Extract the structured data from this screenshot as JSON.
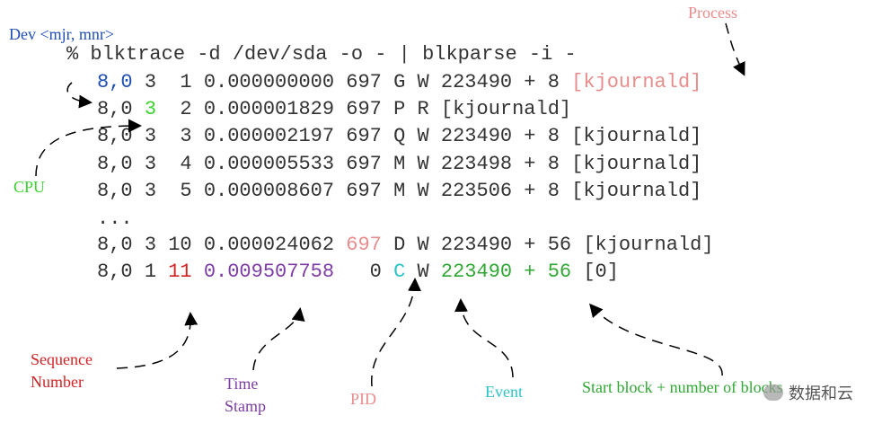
{
  "command": "% blktrace -d /dev/sda -o - | blkparse -i -",
  "rows": [
    {
      "dev": "8,0",
      "cpu": "3",
      "seq": "1",
      "time": "0.000000000",
      "pid": "697",
      "event": "G",
      "rwbs": "W",
      "block": "223490 + 8",
      "proc": "[kjournald]"
    },
    {
      "dev": "8,0",
      "cpu": "3",
      "seq": "2",
      "time": "0.000001829",
      "pid": "697",
      "event": "P",
      "rwbs": "R",
      "block": "",
      "proc": "[kjournald]"
    },
    {
      "dev": "8,0",
      "cpu": "3",
      "seq": "3",
      "time": "0.000002197",
      "pid": "697",
      "event": "Q",
      "rwbs": "W",
      "block": "223490 + 8",
      "proc": "[kjournald]"
    },
    {
      "dev": "8,0",
      "cpu": "3",
      "seq": "4",
      "time": "0.000005533",
      "pid": "697",
      "event": "M",
      "rwbs": "W",
      "block": "223498 + 8",
      "proc": "[kjournald]"
    },
    {
      "dev": "8,0",
      "cpu": "3",
      "seq": "5",
      "time": "0.000008607",
      "pid": "697",
      "event": "M",
      "rwbs": "W",
      "block": "223506 + 8",
      "proc": "[kjournald]"
    }
  ],
  "ellipsis": "...",
  "row10": {
    "dev": "8,0",
    "cpu": "3",
    "seq": "10",
    "time": "0.000024062",
    "pid": "697",
    "event": "D",
    "rwbs": "W",
    "block": "223490 + 56",
    "proc": "[kjournald]"
  },
  "row11": {
    "dev": "8,0",
    "cpu": "1",
    "seq": "11",
    "time": "0.009507758",
    "pid": "0",
    "event": "C",
    "rwbs": "W",
    "block": "223490 + 56",
    "proc": "[0]"
  },
  "labels": {
    "dev": "Dev <mjr, mnr>",
    "process": "Process",
    "cpu": "CPU",
    "sequence_1": "Sequence",
    "sequence_2": "Number",
    "time_1": "Time",
    "time_2": "Stamp",
    "pid": "PID",
    "event": "Event",
    "start_block": "Start block + number of blocks"
  },
  "watermark": "数据和云",
  "colors": {
    "dev": "#1f4fb4",
    "cpu": "#3bd12f",
    "process": "#e98c8c",
    "sequence": "#d22323",
    "time": "#7e3ca6",
    "pid": "#e98c8c",
    "event": "#2cc3c9",
    "block": "#31a834"
  }
}
